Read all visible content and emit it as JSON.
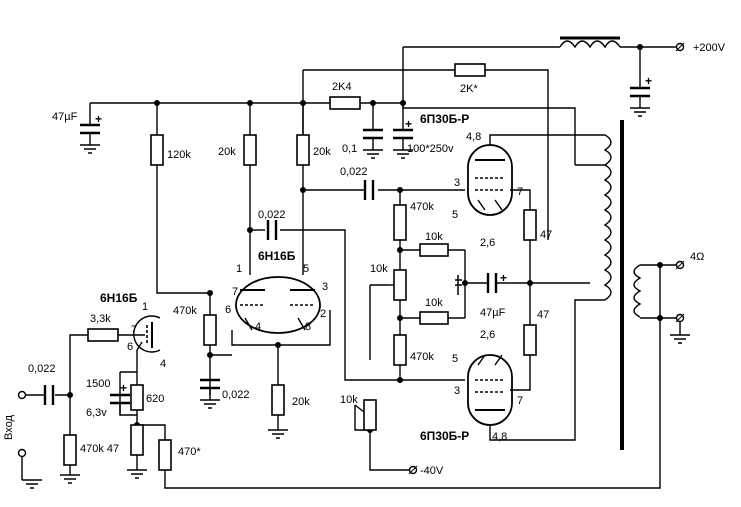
{
  "tubes": {
    "tube1": "6Н16Б",
    "tube2": "6Н16Б",
    "tube3_top": "6П30Б-Р",
    "tube4_bottom": "6П30Б-Р"
  },
  "resistors": {
    "r_120k": "120k",
    "r_20k_a": "20k",
    "r_20k_b": "20k",
    "r_2k4": "2K4",
    "r_2k_star": "2K*",
    "r_470k_top": "470k",
    "r_10k_top": "10k",
    "r_10k_pot": "10k",
    "r_10k_mid": "10k",
    "r_470k_mid": "470k",
    "r_470k_left": "470k",
    "r_20k_bottom": "20k",
    "r_47_top": "47",
    "r_47_bottom": "47",
    "r_3_3k": "3,3k",
    "r_470k_47": "470k 47",
    "r_620": "620",
    "r_470_star": "470*",
    "r_10k_bias": "10k"
  },
  "capacitors": {
    "c_47uF_left": "47µF",
    "c_0_1": "0,1",
    "c_100_250": "100*250v",
    "c_0_022_a": "0,022",
    "c_0_022_b": "0,022",
    "c_0_022_c": "0,022",
    "c_0_022_in": "0,022",
    "c_47uF_mid": "47µF",
    "c_1500": "1500",
    "c_6_3v": "6,3v"
  },
  "pins": {
    "p1": "1",
    "p7": "7",
    "p6": "6",
    "p4": "4",
    "p1b": "1",
    "p7b": "7",
    "p6b": "6",
    "p4b": "4",
    "p5": "5",
    "p3": "3",
    "p2": "2",
    "p8": "8",
    "top_48": "4,8",
    "top_3": "3",
    "top_7": "7",
    "top_5": "5",
    "top_26": "2,6",
    "bot_26": "2,6",
    "bot_5": "5",
    "bot_3": "3",
    "bot_7": "7",
    "bot_48": "4,8"
  },
  "supply": {
    "plus_200": "+200V",
    "minus_40": "-40V",
    "out_4ohm": "4Ω",
    "input": "Вход"
  }
}
